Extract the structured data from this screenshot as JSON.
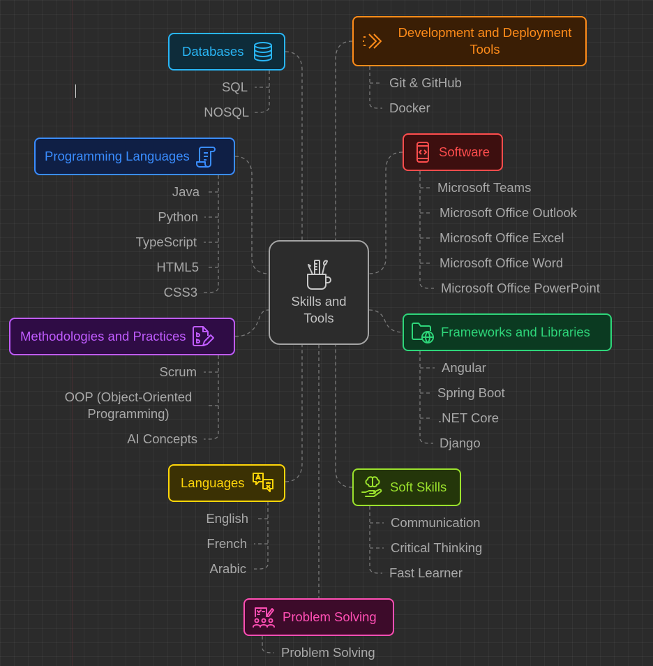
{
  "center": {
    "title": "Skills and Tools",
    "icon": "pen-cup-icon"
  },
  "categories": {
    "databases": {
      "label": "Databases",
      "icon": "database-icon",
      "color": "#29b6f6",
      "items": [
        "SQL",
        "NOSQL"
      ]
    },
    "devtools": {
      "label": "Development and Deployment Tools",
      "icon": "chevrons-right-icon",
      "color": "#ff8c1a",
      "items": [
        "Git & GitHub",
        "Docker"
      ]
    },
    "software": {
      "label": "Software",
      "icon": "mobile-code-icon",
      "color": "#ff4d4d",
      "items": [
        "Microsoft Teams",
        "Microsoft Office Outlook",
        "Microsoft Office Excel",
        "Microsoft Office Word",
        "Microsoft Office PowerPoint"
      ]
    },
    "programming": {
      "label": "Programming Languages",
      "icon": "script-scroll-icon",
      "color": "#3a8dff",
      "items": [
        "Java",
        "Python",
        "TypeScript",
        "HTML5",
        "CSS3"
      ]
    },
    "methodologies": {
      "label": "Methodologies and Practices",
      "icon": "document-edit-icon",
      "color": "#c05cff",
      "items": [
        "Scrum",
        "OOP (Object-Oriented Programming)",
        "AI Concepts"
      ]
    },
    "frameworks": {
      "label": "Frameworks and Libraries",
      "icon": "folder-globe-icon",
      "color": "#2ed67a",
      "items": [
        "Angular",
        "Spring Boot",
        ".NET Core",
        "Django"
      ]
    },
    "languages": {
      "label": "Languages",
      "icon": "translate-icon",
      "color": "#ffd60a",
      "items": [
        "English",
        "French",
        "Arabic"
      ]
    },
    "softskills": {
      "label": "Soft Skills",
      "icon": "brain-hand-icon",
      "color": "#9be22d",
      "items": [
        "Communication",
        "Critical Thinking",
        "Fast Learner"
      ]
    },
    "problemsolving": {
      "label": "Problem Solving",
      "icon": "team-checklist-icon",
      "color": "#ff4fb4",
      "items": [
        "Problem Solving"
      ]
    }
  }
}
